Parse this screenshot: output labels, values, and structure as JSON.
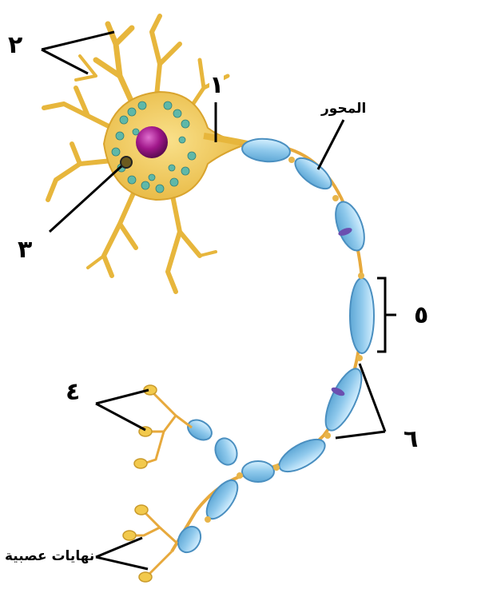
{
  "labels": {
    "label_1": "١",
    "label_2": "٢",
    "label_3": "٣",
    "label_4": "٤",
    "label_5": "٥",
    "label_6": "٦",
    "axon": "المحور",
    "nerve_endings": "نهايات عصبية"
  },
  "colors": {
    "dendrite": "#F2C94C",
    "cell_body": "#F7D774",
    "nucleus": "#A0178A",
    "schwann_cell": "#9DD3F0",
    "schwann_outline": "#4A8FC0",
    "node": "#E8B54A",
    "leader_line": "#000000"
  }
}
